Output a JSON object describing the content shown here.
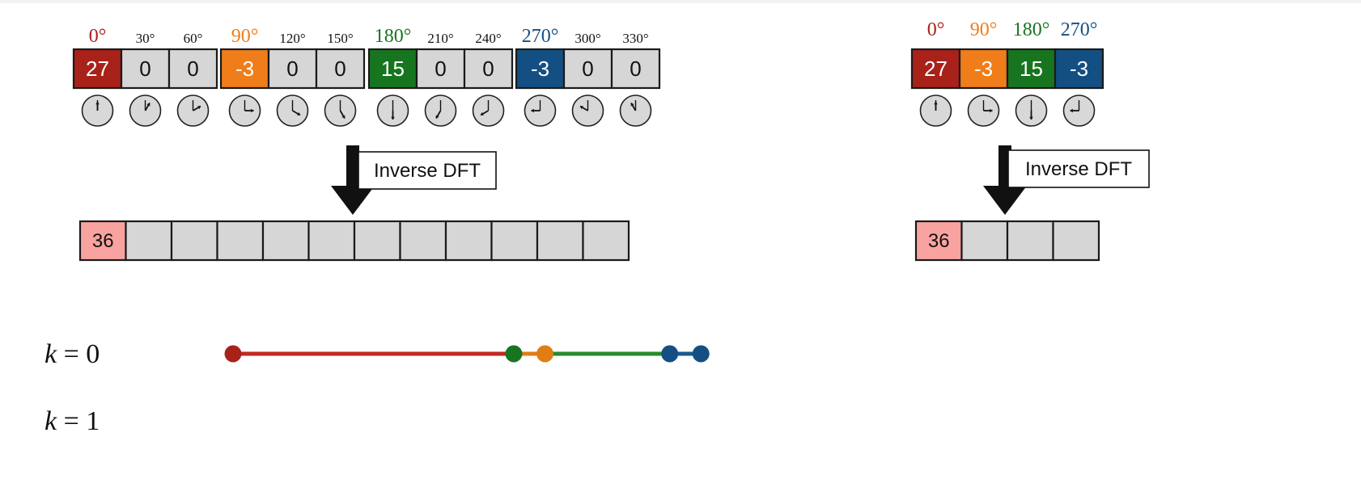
{
  "colors": {
    "red": "#a8221a",
    "orange": "#ef7d1a",
    "green": "#17751f",
    "blue": "#134f82",
    "gray_cell": "#d6d6d6",
    "pink": "#f9a3a0",
    "line_red": "#c02a22",
    "line_green": "#2a8a2f",
    "line_orange": "#e07d16",
    "line_blue": "#1a5b92"
  },
  "left_panel": {
    "angles": [
      "0°",
      "30°",
      "60°",
      "90°",
      "120°",
      "150°",
      "180°",
      "210°",
      "240°",
      "270°",
      "300°",
      "330°"
    ],
    "angle_colors": [
      "red",
      "",
      "",
      "orange",
      "",
      "",
      "green",
      "",
      "",
      "blue",
      "",
      ""
    ],
    "values": [
      "27",
      "0",
      "0",
      "-3",
      "0",
      "0",
      "15",
      "0",
      "0",
      "-3",
      "0",
      "0"
    ],
    "clock_icons": [
      "clock-0-icon",
      "clock-30-icon",
      "clock-60-icon",
      "clock-90-icon",
      "clock-120-icon",
      "clock-150-icon",
      "clock-180-icon",
      "clock-210-icon",
      "clock-240-icon",
      "clock-270-icon",
      "clock-300-icon",
      "clock-330-icon"
    ],
    "arrow_label": "Inverse DFT",
    "output": [
      "36",
      "",
      "",
      "",
      "",
      "",
      "",
      "",
      "",
      "",
      "",
      ""
    ]
  },
  "right_panel": {
    "angles": [
      "0°",
      "90°",
      "180°",
      "270°"
    ],
    "angle_colors": [
      "red",
      "orange",
      "green",
      "blue"
    ],
    "values": [
      "27",
      "-3",
      "15",
      "-3"
    ],
    "clock_icons": [
      "clock-0-icon",
      "clock-90-icon",
      "clock-180-icon",
      "clock-270-icon"
    ],
    "arrow_label": "Inverse DFT",
    "output": [
      "36",
      "",
      "",
      ""
    ]
  },
  "k_rows": [
    {
      "var": "k",
      "eq": "= 0"
    },
    {
      "var": "k",
      "eq": "= 1"
    }
  ],
  "k0_segments": [
    {
      "from": 0,
      "to": 27,
      "color": "line_red"
    },
    {
      "from": 27,
      "to": 30,
      "color": "line_orange"
    },
    {
      "from": 30,
      "to": 45,
      "color": "line_green"
    },
    {
      "from": 45,
      "to": 42,
      "color": "line_blue"
    }
  ]
}
